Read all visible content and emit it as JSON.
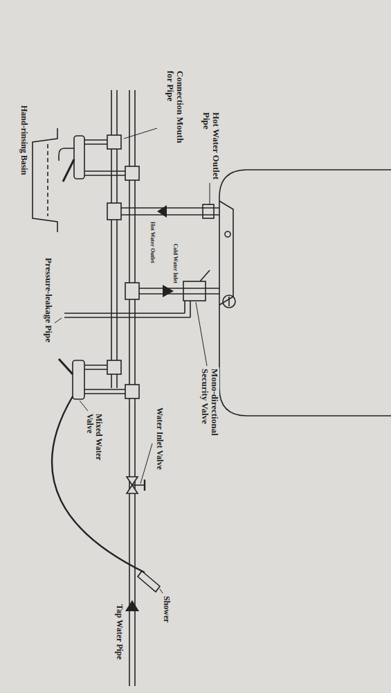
{
  "diagram": {
    "labels": [
      "Hot Water Outlet Pipe",
      "Connection Mouth for Pipe",
      "Hand-rinsing Basin",
      "Hot Water Outlet",
      "Cold Water Inlet",
      "Mono-directional Security Valve",
      "Pressure-leakage Pipe",
      "Water Inlet Valve",
      "Mixed Water Valve",
      "Shower",
      "Tap Water Pipe"
    ]
  }
}
